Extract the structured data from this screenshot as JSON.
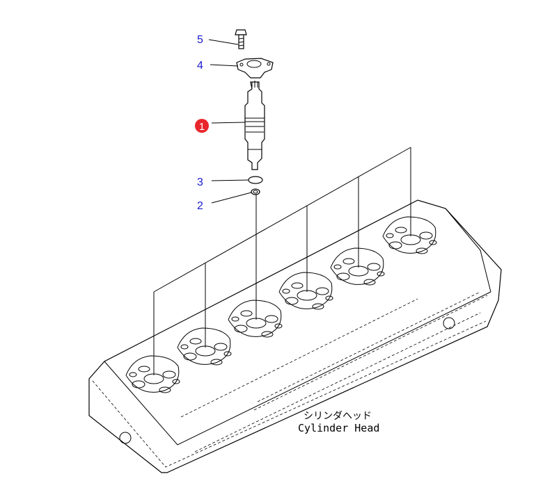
{
  "diagram": {
    "callouts": [
      {
        "number": "5",
        "part": "bolt"
      },
      {
        "number": "4",
        "part": "clamp"
      },
      {
        "number": "1",
        "part": "injector",
        "highlighted": true
      },
      {
        "number": "3",
        "part": "o-ring"
      },
      {
        "number": "2",
        "part": "washer"
      }
    ],
    "caption": {
      "japanese": "シリンダヘッド",
      "english": "Cylinder Head"
    },
    "colors": {
      "callout_text": "#1a1ad0",
      "highlight_badge": "#e8262b",
      "highlight_text": "#ffffff"
    }
  }
}
